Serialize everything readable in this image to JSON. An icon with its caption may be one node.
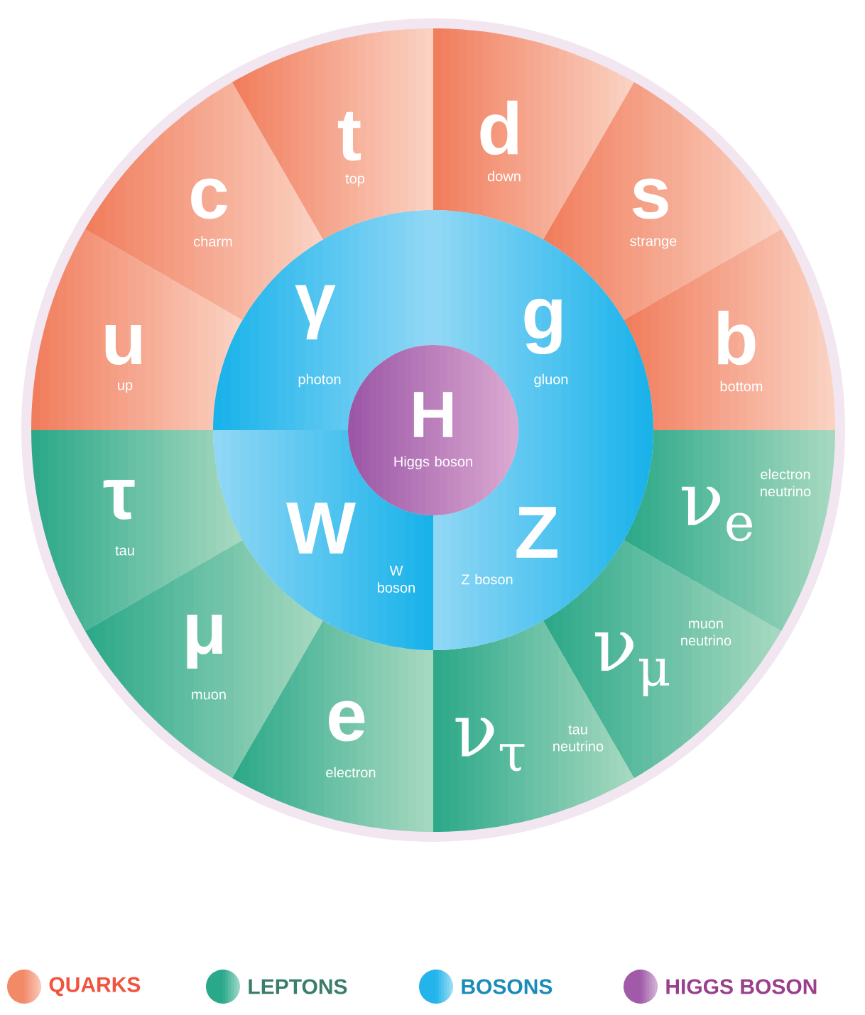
{
  "diagram": {
    "nodes": [
      {
        "text": [
          "u",
          "up"
        ]
      },
      {
        "text": [
          "c",
          "charm"
        ]
      },
      {
        "text": [
          "t",
          "top"
        ]
      },
      {
        "text": [
          "d",
          "down"
        ]
      },
      {
        "text": [
          "s",
          "strange"
        ]
      },
      {
        "text": [
          "b",
          "bottom"
        ]
      },
      {
        "text": [
          "τ",
          "tau"
        ]
      },
      {
        "text": [
          "μ",
          "muon"
        ]
      },
      {
        "text": [
          "e",
          "electron"
        ]
      },
      {
        "text": [
          "ν$_{τ}$",
          "tau neutrino"
        ]
      },
      {
        "text": [
          "ν$_{μ}$",
          "muon neutrino"
        ]
      },
      {
        "text": [
          "ν$_{e}$",
          "electron neutrino"
        ]
      },
      {
        "text": [
          "γ",
          "photon"
        ]
      },
      {
        "text": [
          "g",
          "gluon"
        ]
      },
      {
        "text": [
          "W",
          "W boson"
        ]
      },
      {
        "text": [
          "Z",
          "Z boson"
        ]
      },
      {
        "text": [
          "H",
          "Higgs boson"
        ]
      }
    ],
    "legend": [
      {
        "text": "QUARKS",
        "color": "#f28a68"
      },
      {
        "text": "LEPTONS",
        "color": "#2aa88a"
      },
      {
        "text": "BOSONS",
        "color": "#22b4ea"
      },
      {
        "text": "HIGGS BOSON",
        "color": "#a05aa8"
      }
    ]
  }
}
